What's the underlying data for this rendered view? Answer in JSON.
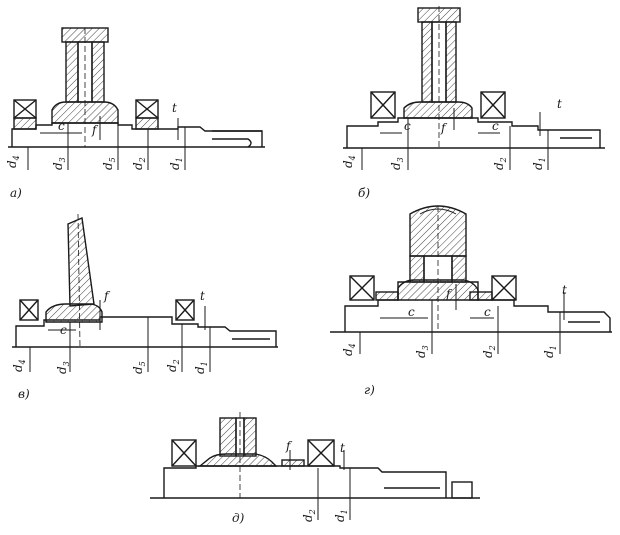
{
  "figures": [
    {
      "id": "a",
      "caption": "а)",
      "labels": {
        "d4": [
          "d",
          "4"
        ],
        "d3": [
          "d",
          "3"
        ],
        "d5": [
          "d",
          "5"
        ],
        "d2": [
          "d",
          "2"
        ],
        "d1": [
          "d",
          "1"
        ],
        "c": "c",
        "f": "f",
        "t": "t"
      }
    },
    {
      "id": "b",
      "caption": "б)",
      "labels": {
        "d4": [
          "d",
          "4"
        ],
        "d3": [
          "d",
          "3"
        ],
        "d2": [
          "d",
          "2"
        ],
        "d1": [
          "d",
          "1"
        ],
        "c_left": "c",
        "c_right": "c",
        "f": "f",
        "t": "t"
      }
    },
    {
      "id": "v",
      "caption": "в)",
      "labels": {
        "d4": [
          "d",
          "4"
        ],
        "d3": [
          "d",
          "3"
        ],
        "d5": [
          "d",
          "5"
        ],
        "d2": [
          "d",
          "2"
        ],
        "d1": [
          "d",
          "1"
        ],
        "c": "c",
        "f": "f",
        "t": "t"
      }
    },
    {
      "id": "g",
      "caption": "г)",
      "labels": {
        "d4": [
          "d",
          "4"
        ],
        "d3": [
          "d",
          "3"
        ],
        "d2": [
          "d",
          "2"
        ],
        "d1": [
          "d",
          "1"
        ],
        "c_left": "c",
        "c_right": "c",
        "f": "f",
        "t": "t"
      }
    },
    {
      "id": "d",
      "caption": "д)",
      "labels": {
        "d2": [
          "d",
          "2"
        ],
        "d1": [
          "d",
          "1"
        ],
        "f": "f",
        "t": "t"
      }
    }
  ],
  "colors": {
    "ink": "#1a1a1a",
    "hatch": "#444444",
    "paper": "#ffffff"
  }
}
